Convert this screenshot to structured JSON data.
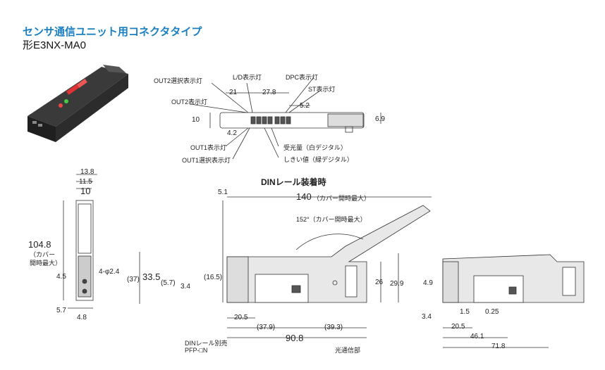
{
  "header": {
    "title": "センサ通信ユニット用コネクタタイプ",
    "model": "形E3NX-MA0"
  },
  "top_view": {
    "out2_select": "OUT2選択表示灯",
    "ld": "L/D表示灯",
    "dpc": "DPC表示灯",
    "st": "ST表示灯",
    "out2": "OUT2表示灯",
    "d21": "21",
    "d278": "27.8",
    "d52": "5.2",
    "d10": "10",
    "d69": "6.9",
    "d42": "4.2",
    "out1": "OUT1表示灯",
    "out1_select": "OUT1選択表示灯",
    "received": "受光量（白デジタル）",
    "threshold": "しきい値（緑デジタル）"
  },
  "side_view": {
    "d138": "13.8",
    "d115": "11.5",
    "d10": "10",
    "d1048": "104.8",
    "cover1": "（カバー",
    "cover2": "開時最大）",
    "hole": "4-φ2.4",
    "d45": "4.5",
    "d57": "5.7",
    "d48": "4.8"
  },
  "din_view": {
    "title": "DINレール装着時",
    "d51": "5.1",
    "d140": "140",
    "d140_note": "（カバー開時最大）",
    "angle": "152°（カバー開時最大）",
    "d37": "(37)",
    "d335": "33.5",
    "d57": "(5.7)",
    "d34": "3.4",
    "d165": "(16.5)",
    "d26": "26",
    "d299": "29.9",
    "d205": "20.5",
    "d379": "(37.9)",
    "d393": "(39.3)",
    "d908": "90.8",
    "rail1": "DINレール別売",
    "rail2": "PFP-□N",
    "comm": "光通信部"
  },
  "right_view": {
    "d49": "4.9",
    "d15": "1.5",
    "d025": "0.25",
    "d34": "3.4",
    "d205": "20.5",
    "d461": "46.1",
    "d718": "71.8"
  },
  "colors": {
    "title": "#1a7fc1",
    "line": "#333333",
    "fill": "#cfcfcf",
    "dark": "#2b2b2b"
  }
}
